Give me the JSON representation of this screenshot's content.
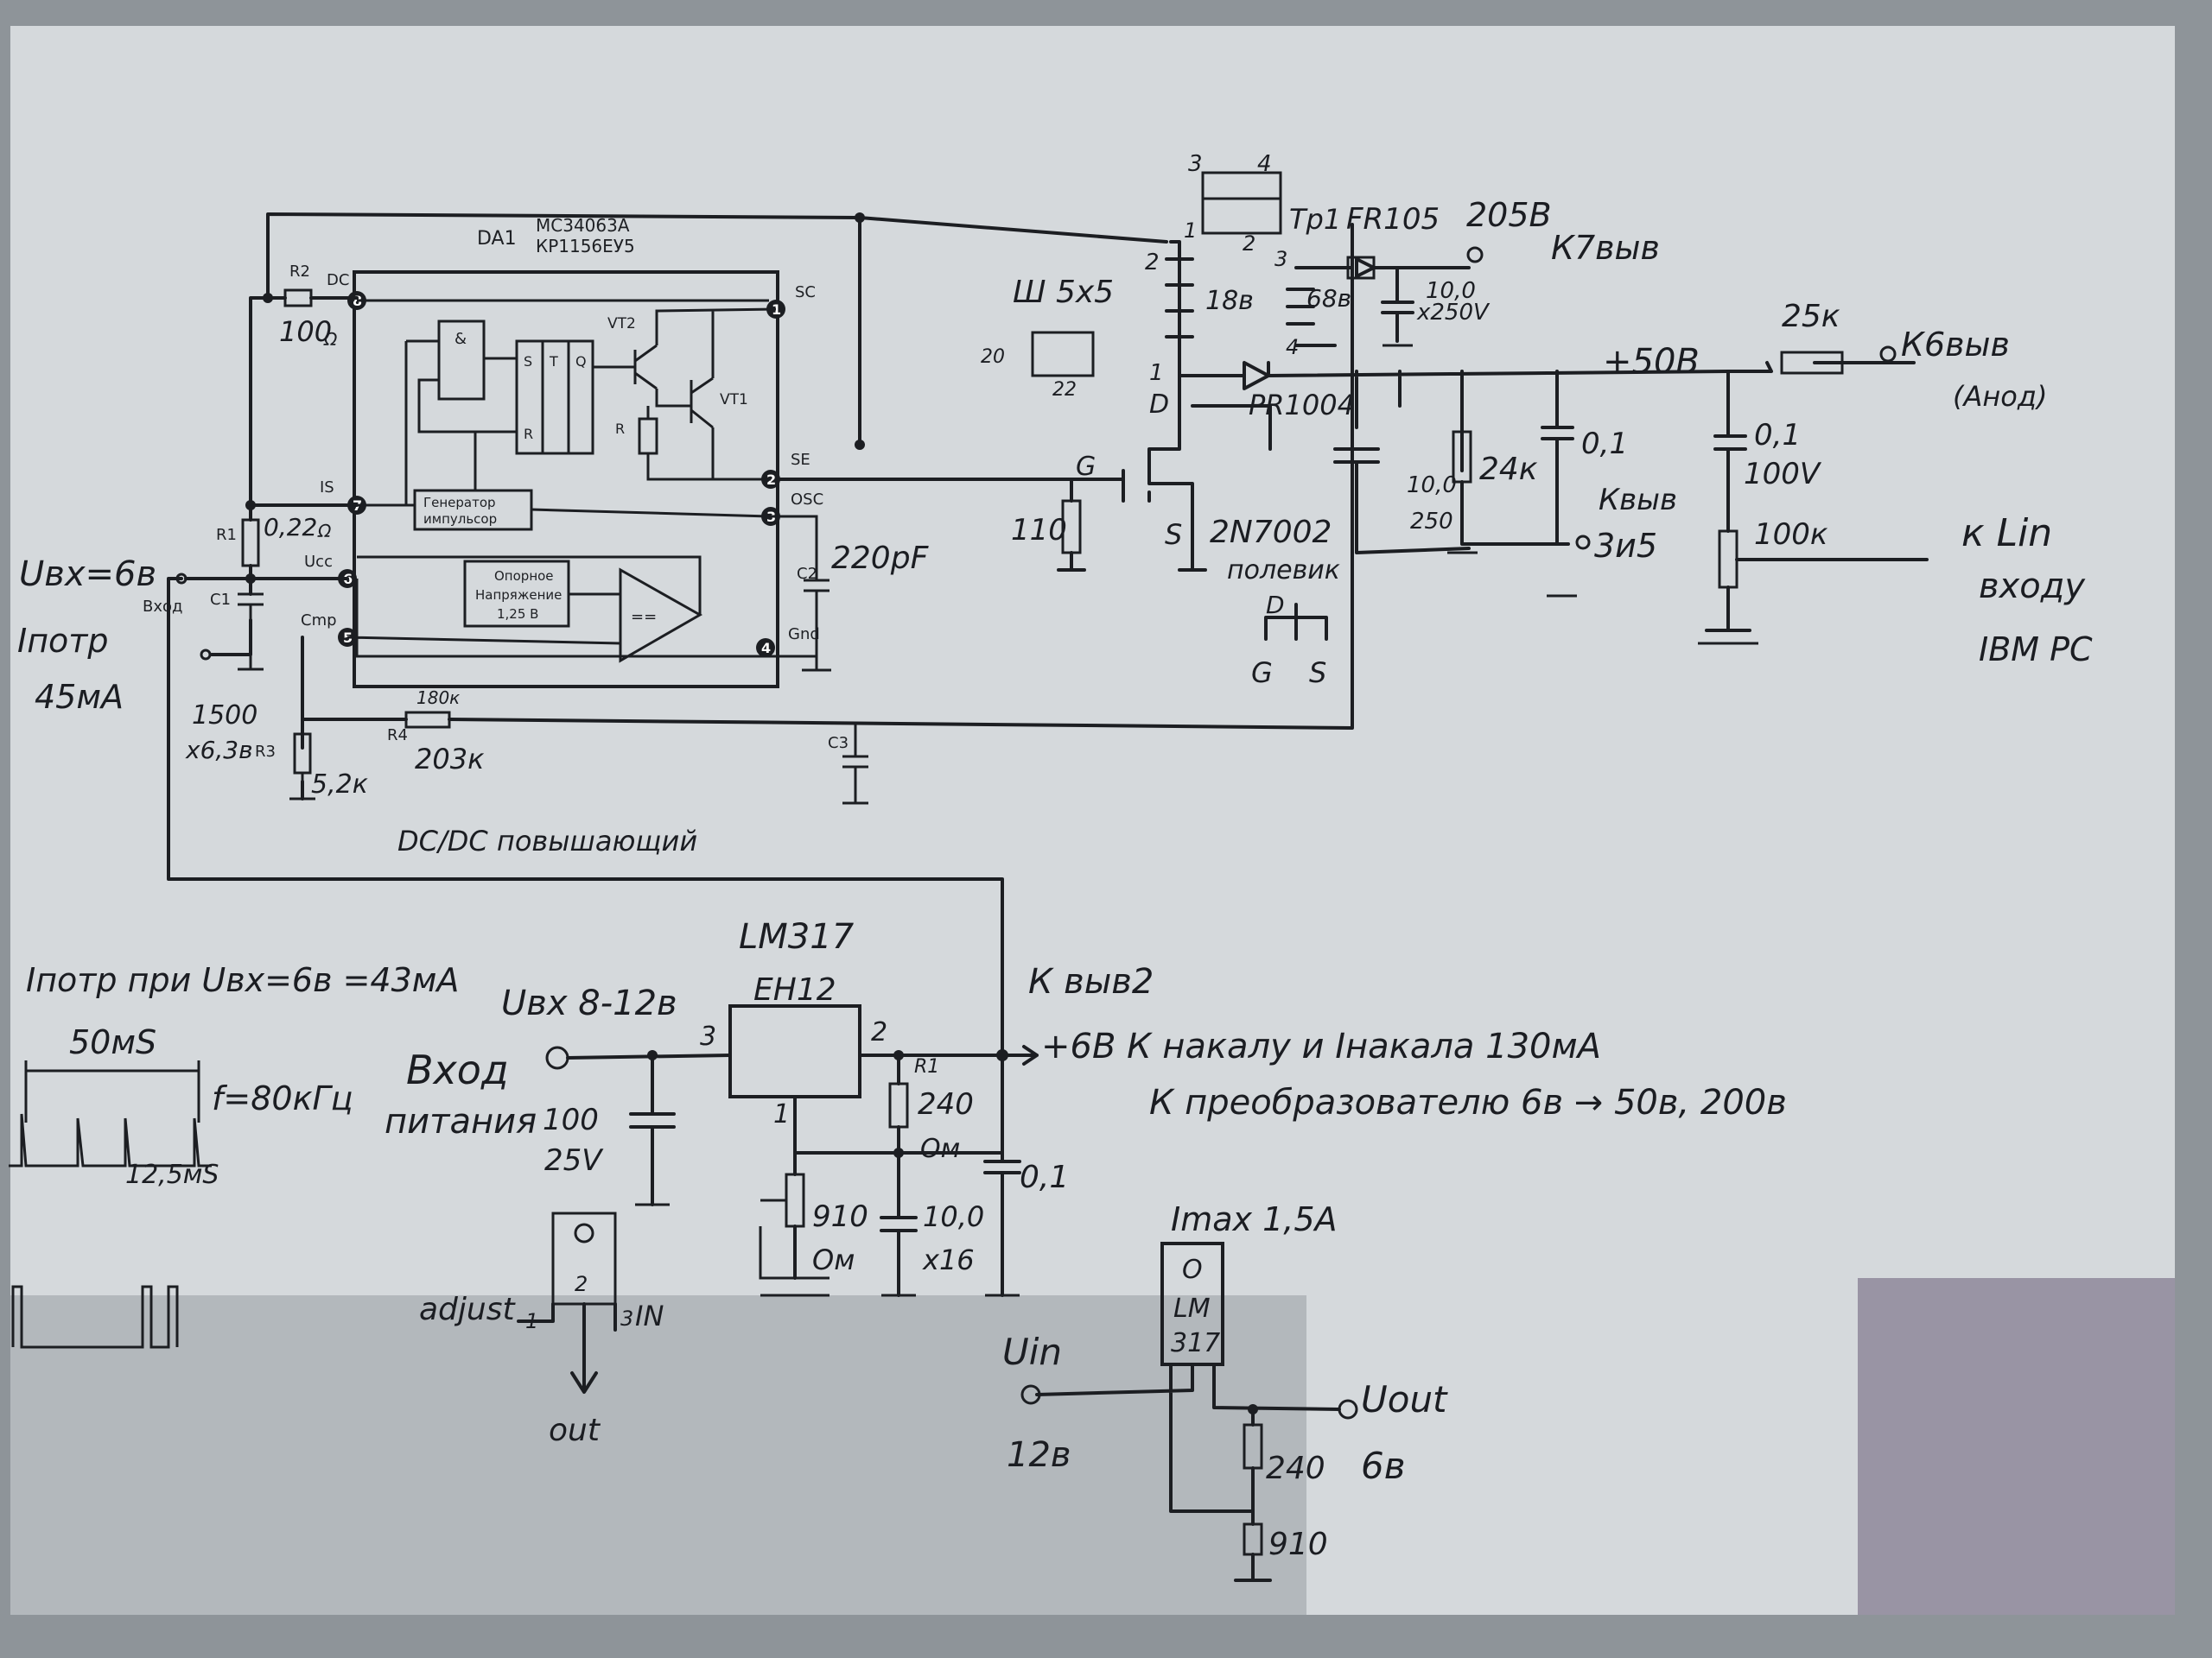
{
  "ic": {
    "name": "DA1",
    "part1": "MC34063A",
    "part2": "КР1156ЕУ5",
    "pin_labels": [
      "DC",
      "IS",
      "Ucc",
      "Cmp",
      "SC",
      "SE",
      "OSC",
      "Gnd"
    ],
    "pin_numbers": [
      "8",
      "7",
      "6",
      "5",
      "1",
      "2",
      "3",
      "4"
    ],
    "logic_and": "&",
    "flipflop": [
      "S",
      "T",
      "Q",
      "R"
    ],
    "transistor_vt2": "VT2",
    "transistor_vt1": "VT1",
    "resistor_r": "R",
    "gen_line1": "Генератор",
    "gen_line2": "импульсор",
    "ref_line1": "Опорное",
    "ref_line2": "Напряжение",
    "ref_line3": "1,25 В",
    "comparator": "=="
  },
  "left_block": {
    "r2_label": "R2",
    "r2_value": "100",
    "r2_unit": "Ω",
    "r1_label": "R1",
    "r1_value": "0,22",
    "r1_unit": "Ω",
    "input_label": "Вход",
    "c1_label": "C1",
    "c1_value": "1500",
    "c1_rating": "x6,3в",
    "r3_label": "R3",
    "r3_value": "5,2к",
    "r4_label": "R4",
    "r4_value": "180к",
    "r4_value2": "203к",
    "c2_label": "C2",
    "c2_value": "220pF",
    "c3_label": "C3",
    "uin_note": "Uвх=6в",
    "iin_note1": "Iпотр",
    "iin_note2": "45мА",
    "converter_caption": "DC/DC повышающий"
  },
  "transformer": {
    "name": "Тр1",
    "core": "Ш 5х5",
    "pin_top": [
      "3",
      "4"
    ],
    "pin_nums": [
      "1",
      "2",
      "3",
      "4"
    ],
    "winding1": "18в",
    "winding2": "68в",
    "dim_20": "20",
    "dim_22": "22"
  },
  "high_voltage": {
    "diode1": "FR105",
    "voltage1": "205В",
    "dest1": "К7выв",
    "cap1": "10,0",
    "cap1_rating": "x250V",
    "diode2": "PR1004",
    "cap2": "10,0",
    "cap2_rating": "250",
    "res_24k": "24к",
    "cap_01": "0,1",
    "plus50": "+50В",
    "dest2a": "Квыв",
    "dest2b": "3и5",
    "res_25k": "25к",
    "dest3": "К6выв",
    "dest3_note": "(Анод)",
    "cap3": "0,1",
    "cap3_rating": "100V",
    "pot": "100к",
    "lin_line1": "к Lin",
    "lin_line2": "входу",
    "lin_line3": "IBM PC"
  },
  "mosfet": {
    "gate": "G",
    "drain": "D",
    "source": "S",
    "res_gate": "110",
    "part": "2N7002",
    "note": "полевик",
    "pin_d": "D",
    "pin_g": "G",
    "pin_s": "S"
  },
  "regulator": {
    "consumption_note": "Iпотр при Uвх=6в =43мА",
    "chip_name": "LM317",
    "chip_mark": "EH12",
    "input_range": "Uвх 8-12в",
    "input_label1": "Вход",
    "input_label2": "питания",
    "cin_value": "100",
    "cin_rating": "25V",
    "pin3": "3",
    "pin2": "2",
    "pin1": "1",
    "r1_label": "R1",
    "r1_value": "240",
    "r1_unit": "Ом",
    "pot_value": "910",
    "pot_unit": "Ом",
    "cout_value": "10,0",
    "cout_rating": "x16",
    "cout2_value": "0,1",
    "dest_pin": "К выв2",
    "out_line1": "+6В  К накалу и  Iнакала 130мА",
    "out_line2": "К преобразователю 6в → 50в, 200в",
    "pinout_adjust": "adjust",
    "pinout_1": "1",
    "pinout_2": "2",
    "pinout_3": "3",
    "pinout_in": "IN",
    "pinout_out": "out"
  },
  "waveform": {
    "period": "50мS",
    "freq": "f=80кГц",
    "pulse": "12,5мS"
  },
  "second_reg": {
    "imax": "Imax 1,5A",
    "chip_o": "O",
    "chip_line1": "LM",
    "chip_line2": "317",
    "uin": "Uin",
    "uin_value": "12в",
    "uout": "Uout",
    "uout_value": "6в",
    "r1": "240",
    "r2": "910"
  }
}
